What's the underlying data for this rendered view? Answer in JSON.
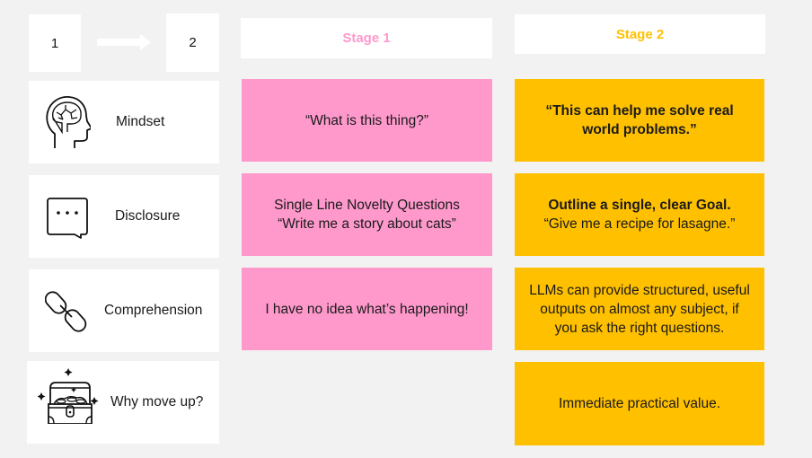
{
  "header": {
    "step_from": "1",
    "step_to": "2",
    "stages": [
      {
        "label": "Stage 1",
        "color": "#ff99cc"
      },
      {
        "label": "Stage 2",
        "color": "#ffc000"
      }
    ]
  },
  "rows": [
    {
      "label": "Mindset",
      "icon": "brain-head-icon",
      "stage1": {
        "line1": "“What is this thing?”"
      },
      "stage2": {
        "line1": "“This can help me solve real",
        "line2": "world problems.”"
      }
    },
    {
      "label": "Disclosure",
      "icon": "speech-bubble-icon",
      "stage1": {
        "line1": "Single Line Novelty Questions",
        "line2": "“Write me a story about cats”"
      },
      "stage2": {
        "line1": "Outline a single, clear Goal.",
        "line2": "“Give me a recipe for lasagne.”"
      }
    },
    {
      "label": "Comprehension",
      "icon": "chain-link-icon",
      "stage1": {
        "line1": "I have no idea what’s happening!"
      },
      "stage2": {
        "line1": "LLMs can provide structured, useful",
        "line2": "outputs on almost any subject, if",
        "line3": "you ask the right questions."
      }
    },
    {
      "label": "Why move up?",
      "icon": "treasure-chest-icon",
      "stage2": {
        "line1": "Immediate practical value."
      }
    }
  ],
  "colors": {
    "background": "#f2f2f2",
    "stage1": "#ff99cc",
    "stage2": "#ffc000",
    "card": "#ffffff"
  }
}
